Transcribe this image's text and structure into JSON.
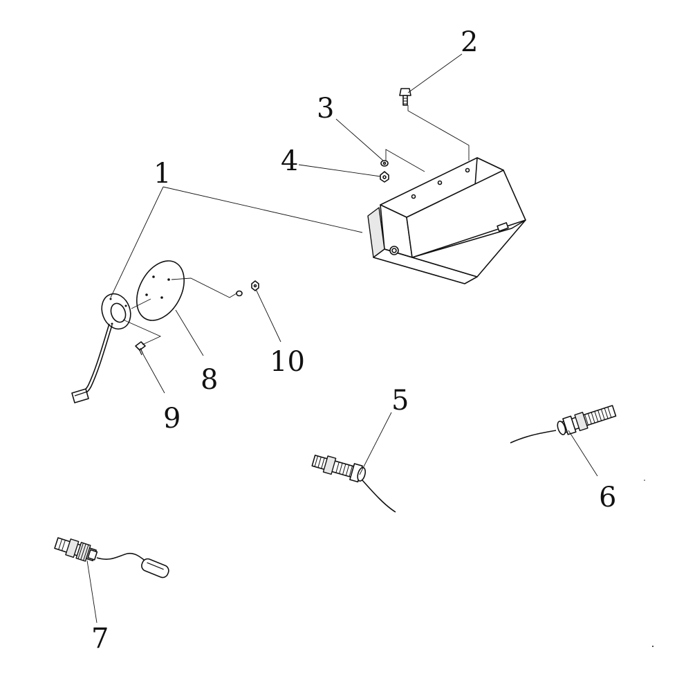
{
  "callouts": {
    "c1": "1",
    "c2": "2",
    "c3": "3",
    "c4": "4",
    "c5": "5",
    "c6": "6",
    "c7": "7",
    "c8": "8",
    "c9": "9",
    "c10": "10"
  },
  "colors": {
    "ink": "#111111",
    "paper": "#ffffff"
  }
}
